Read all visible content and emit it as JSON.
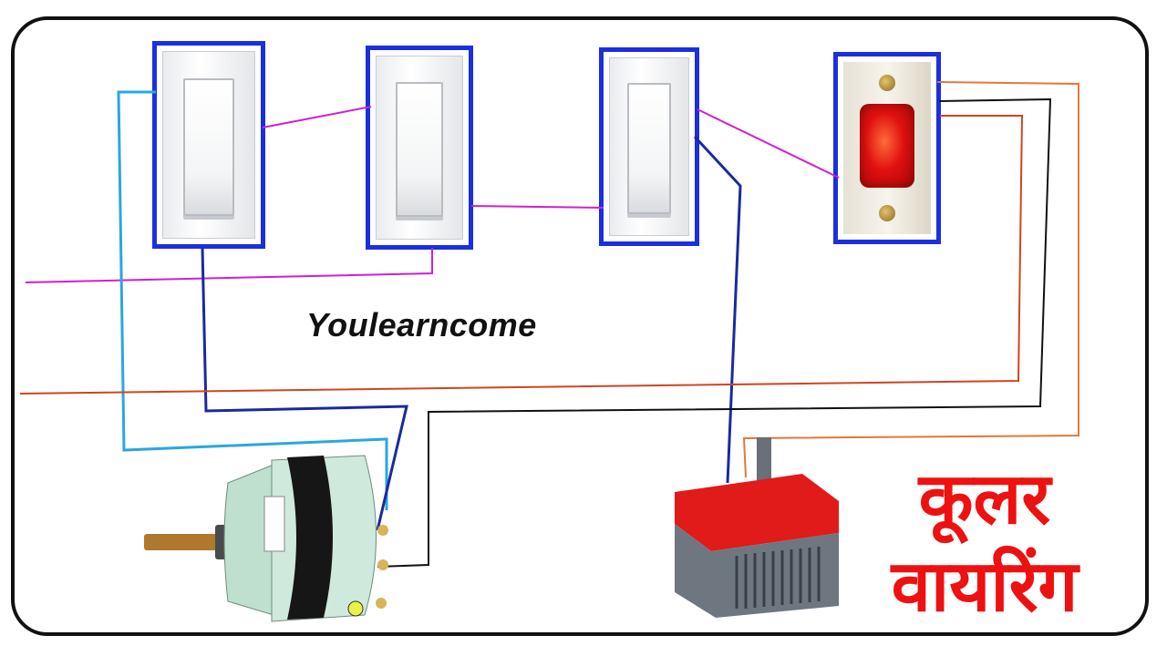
{
  "watermark": "Youlearncome",
  "title": {
    "line1": "कूलर",
    "line2": "वायरिंग"
  },
  "colors": {
    "switch_border": "#1b2fe0",
    "title": "#ee1111",
    "wire_magenta": "#d21ed2",
    "wire_cyan": "#2aa7e0",
    "wire_dark_blue": "#1a2a9e",
    "wire_orange": "#e0783c",
    "wire_red": "#d0451e",
    "wire_black": "#111111"
  },
  "components": {
    "switches": [
      "switch",
      "switch",
      "switch"
    ],
    "indicator": "indicator-lamp",
    "motor": "cooler-fan-motor",
    "pump": "water-pump"
  }
}
